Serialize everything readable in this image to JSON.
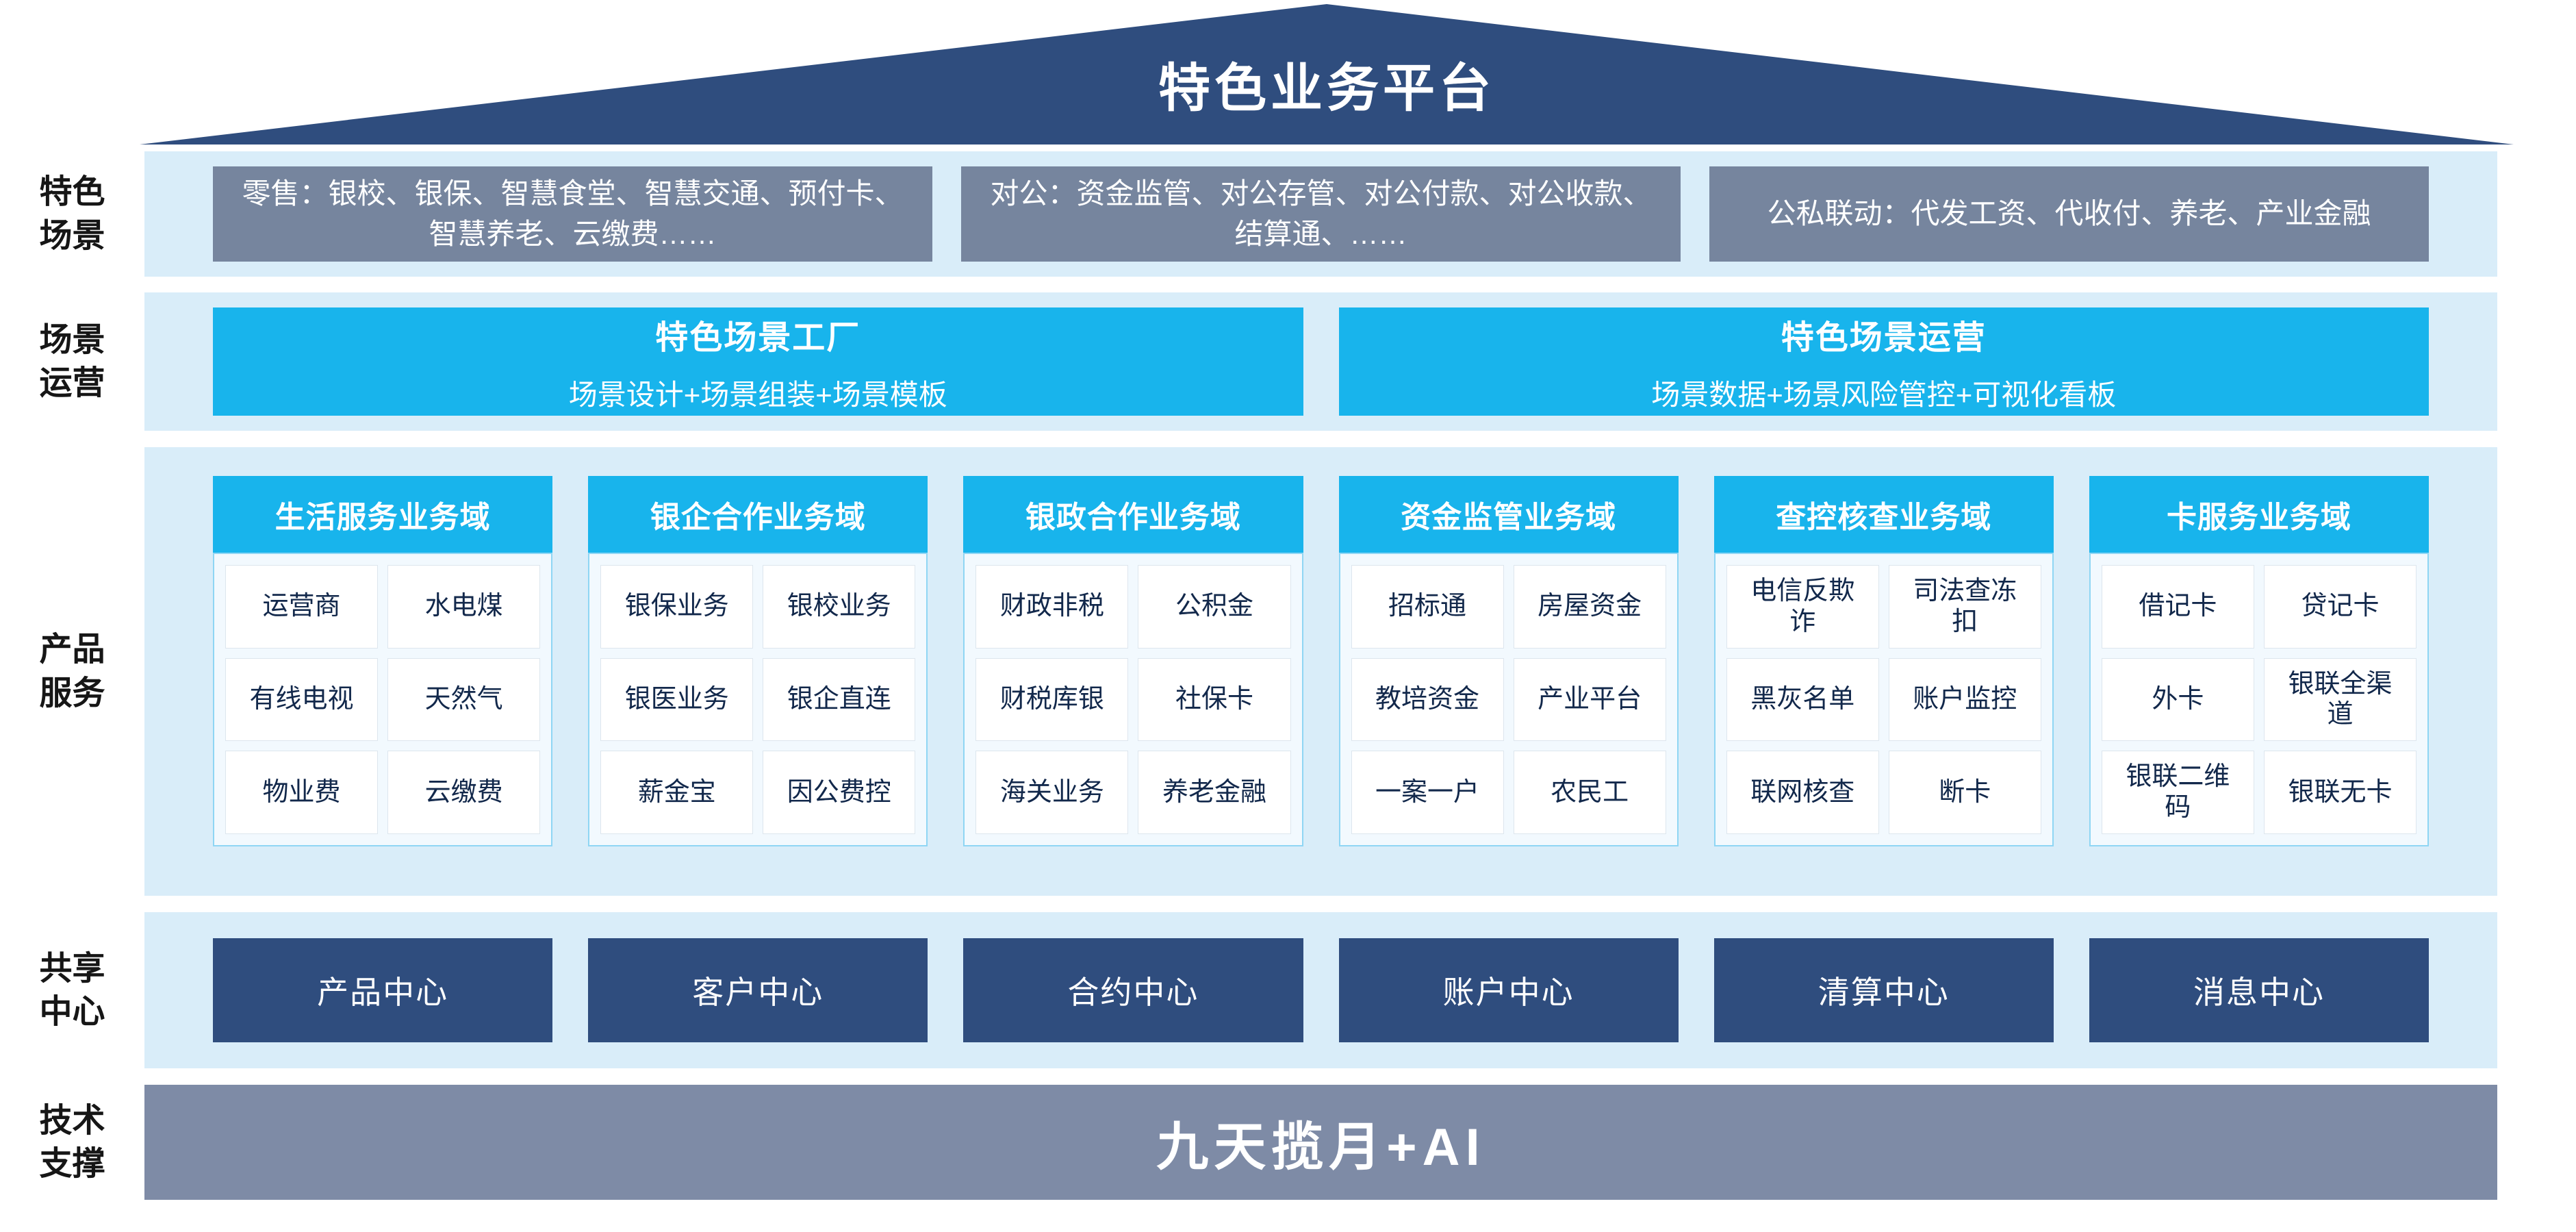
{
  "title": "特色业务平台",
  "sections": {
    "scenes": {
      "label_lines": [
        "特色",
        "场景"
      ],
      "boxes": [
        "零售：银校、银保、智慧食堂、智慧交通、预付卡、智慧养老、云缴费……",
        "对公：资金监管、对公存管、对公付款、对公收款、结算通、……",
        "公私联动：代发工资、代收付、养老、产业金融"
      ]
    },
    "operations": {
      "label_lines": [
        "场景",
        "运营"
      ],
      "boxes": [
        {
          "title": "特色场景工厂",
          "subtitle": "场景设计+场景组装+场景模板"
        },
        {
          "title": "特色场景运营",
          "subtitle": "场景数据+场景风险管控+可视化看板"
        }
      ]
    },
    "products": {
      "label_lines": [
        "产品",
        "服务"
      ],
      "columns": [
        {
          "header": "生活服务业务域",
          "cells": [
            "运营商",
            "水电煤",
            "有线电视",
            "天然气",
            "物业费",
            "云缴费"
          ]
        },
        {
          "header": "银企合作业务域",
          "cells": [
            "银保业务",
            "银校业务",
            "银医业务",
            "银企直连",
            "薪金宝",
            "因公费控"
          ]
        },
        {
          "header": "银政合作业务域",
          "cells": [
            "财政非税",
            "公积金",
            "财税库银",
            "社保卡",
            "海关业务",
            "养老金融"
          ]
        },
        {
          "header": "资金监管业务域",
          "cells": [
            "招标通",
            "房屋资金",
            "教培资金",
            "产业平台",
            "一案一户",
            "农民工"
          ]
        },
        {
          "header": "查控核查业务域",
          "cells": [
            "电信反欺诈",
            "司法查冻扣",
            "黑灰名单",
            "账户监控",
            "联网核查",
            "断卡"
          ]
        },
        {
          "header": "卡服务业务域",
          "cells": [
            "借记卡",
            "贷记卡",
            "外卡",
            "银联全渠道",
            "银联二维码",
            "银联无卡"
          ]
        }
      ]
    },
    "centers": {
      "label_lines": [
        "共享",
        "中心"
      ],
      "boxes": [
        "产品中心",
        "客户中心",
        "合约中心",
        "账户中心",
        "清算中心",
        "消息中心"
      ]
    },
    "tech": {
      "label_lines": [
        "技术",
        "支撑"
      ],
      "text": "九天揽月+AI"
    }
  },
  "colors": {
    "navy": "#2f4d7e",
    "cyan": "#18b4ec",
    "band": "#d9edf9",
    "slate": "#76859e",
    "steel": "#7e8ba6",
    "cell_text": "#12284b"
  }
}
